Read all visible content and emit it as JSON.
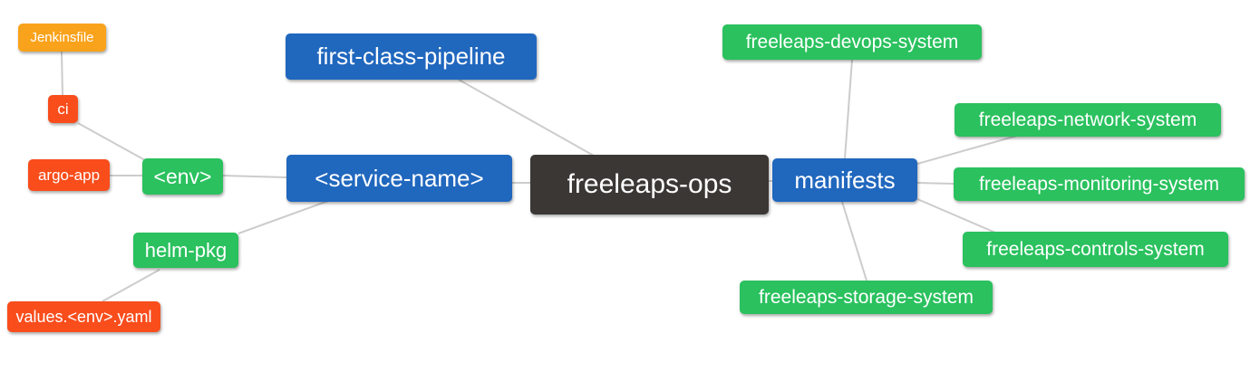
{
  "diagram": {
    "type": "mindmap",
    "title": "freeleaps-ops repository structure mind map",
    "palette": {
      "root_node": "#3B3735",
      "level1_node": "#2067BE",
      "level2_node": "#2AC15E",
      "level3_node": "#F94D1C",
      "level4_node": "#F9A21B",
      "edge_line": "#CCCCCC",
      "node_text": "#FFFFFF",
      "background": "#FFFFFF"
    },
    "nodes": [
      {
        "label": "Jenkinsfile",
        "level": 4,
        "parent": "ci"
      },
      {
        "label": "ci",
        "level": 3,
        "parent": "<env>"
      },
      {
        "label": "argo-app",
        "level": 3,
        "parent": "<env>"
      },
      {
        "label": "<env>",
        "level": 2,
        "parent": "<service-name>"
      },
      {
        "label": "helm-pkg",
        "level": 2,
        "parent": "<service-name>"
      },
      {
        "label": "values.<env>.yaml",
        "level": 3,
        "parent": "helm-pkg"
      },
      {
        "label": "first-class-pipeline",
        "level": 1,
        "parent": "freeleaps-ops"
      },
      {
        "label": "<service-name>",
        "level": 1,
        "parent": "freeleaps-ops"
      },
      {
        "label": "freeleaps-ops",
        "level": 0,
        "parent": null
      },
      {
        "label": "manifests",
        "level": 1,
        "parent": "freeleaps-ops"
      },
      {
        "label": "freeleaps-devops-system",
        "level": 2,
        "parent": "manifests"
      },
      {
        "label": "freeleaps-network-system",
        "level": 2,
        "parent": "manifests"
      },
      {
        "label": "freeleaps-monitoring-system",
        "level": 2,
        "parent": "manifests"
      },
      {
        "label": "freeleaps-controls-system",
        "level": 2,
        "parent": "manifests"
      },
      {
        "label": "freeleaps-storage-system",
        "level": 2,
        "parent": "manifests"
      }
    ]
  }
}
